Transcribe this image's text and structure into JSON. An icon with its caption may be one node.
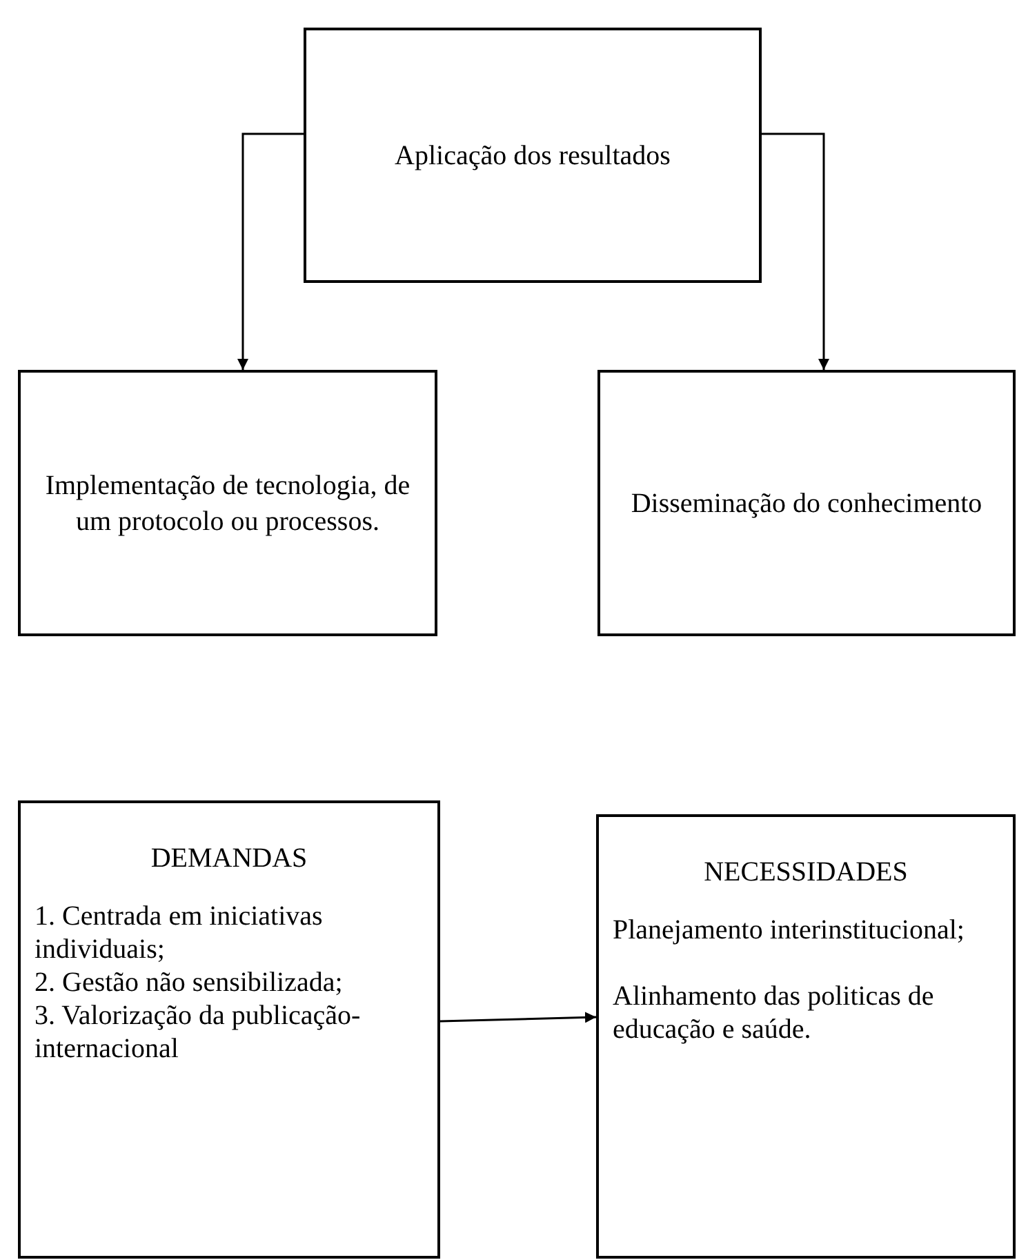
{
  "diagram": {
    "nodes": [
      {
        "text": [
          "Aplicação dos resultados"
        ]
      },
      {
        "text": [
          "Implementação de tecnologia, de um protocolo ou processos."
        ]
      },
      {
        "text": [
          "Disseminação do conhecimento"
        ]
      },
      {
        "text": [
          "DEMANDAS",
          "1. Centrada em iniciativas individuais;",
          "2. Gestão não sensibilizada;",
          "3. Valorização da publicação-internacional"
        ]
      },
      {
        "text": [
          "NECESSIDADES",
          "Planejamento interinstitucional;",
          "Alinhamento das politicas de educação e saúde."
        ]
      }
    ],
    "edges": [
      {
        "from": 0,
        "to": 1,
        "arrow": "to"
      },
      {
        "from": 0,
        "to": 2,
        "arrow": "to"
      },
      {
        "from": 3,
        "to": 4,
        "arrow": "to"
      }
    ]
  }
}
